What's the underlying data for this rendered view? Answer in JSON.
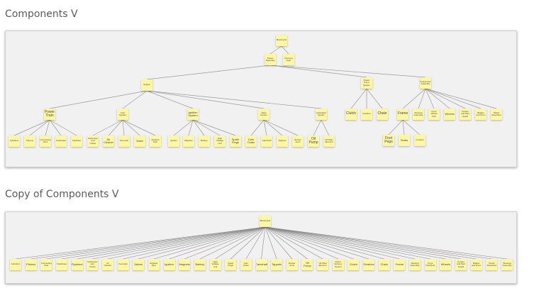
{
  "sections": [
    {
      "title": "Components V",
      "root": "Motorcycle",
      "nodes": {
        "root": "Motorcycle",
        "pa": "Power Assembly",
        "rg": "Running Gear",
        "eng": "Engine",
        "pts": "Power Trans. System",
        "sus": "Suspension Assembly",
        "pt": "Power Train",
        "fs": "Fuel System",
        "is": "Ignition System",
        "vs": "Valve System",
        "ls": "Lubrication System",
        "clutch": "Clutch",
        "gearbox": "Gearbox",
        "chain": "Chain",
        "frame": "Frame",
        "steer": "Steering assembly",
        "fw": "Front Wheel Fork",
        "wheels": "Wheels",
        "fender": "Fender and Mud Guard",
        "brakes": "Brakes and Drum",
        "shock": "Shock Absorbers",
        "cyl": "Cylinders",
        "pist": "Pistons",
        "crank": "Connecting Rod",
        "crankc": "Crankcase",
        "flyw": "Flywheel",
        "carb": "Carburetor and Choke",
        "air": "Air Cleaner",
        "ftank": "Fuel tank",
        "valve": "Valve",
        "exh": "Exhaust Pipe",
        "ign": "Ignition",
        "magneto": "Magneto",
        "batt": "Battery",
        "coil": "High Voltage Coil",
        "spark": "Spark Plugs",
        "cam": "Cam Chain",
        "camsh": "Camshaft",
        "tappet": "Tappets",
        "rocker": "Rocker arms",
        "oil": "Oil Pump",
        "oilf": "Oil Filter Element",
        "footp": "Foot Pegs",
        "seats": "Seats",
        "fenderf": "Fenders"
      }
    },
    {
      "title": "Copy of Components V",
      "root": "Motorcycle",
      "leaves": [
        "Cylinders",
        "Pistons",
        "Connecting Rod",
        "Crankcase",
        "Flywheel",
        "Carburetor and Choke",
        "Air Cleaner",
        "Fuel tank",
        "Valves",
        "Exhaust Pipe",
        "Ignition",
        "Magneto",
        "Battery",
        "High Voltage Coil",
        "Spark Plugs",
        "Cam Chain",
        "Camshaft",
        "Tappets",
        "Rocker arms",
        "Oil Pump",
        "Oil Filter Element",
        "Power Delivery System",
        "Clutch",
        "Gearbox",
        "Chain",
        "Frame",
        "Steering assembly",
        "Front Fork/Rear",
        "Wheels",
        "Fender and Mud Guard",
        "Brakes and Drum",
        "Shock Absorbers",
        "Steering Assembly"
      ]
    }
  ]
}
